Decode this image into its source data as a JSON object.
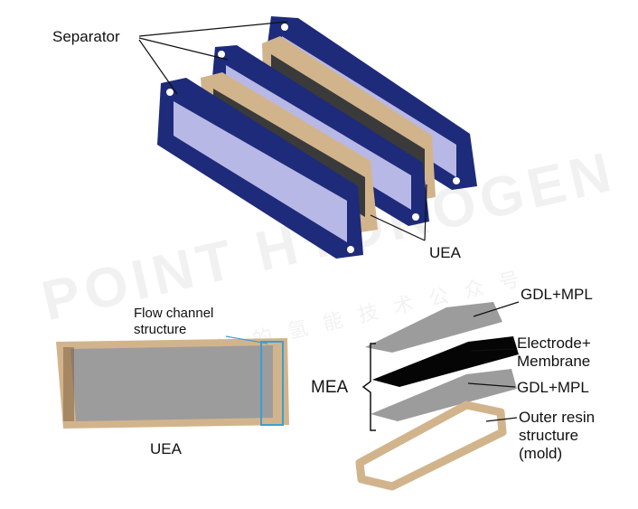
{
  "labels": {
    "separator": "Separator",
    "uea_top": "UEA",
    "flow_channel_1": "Flow channel",
    "flow_channel_2": "structure",
    "uea_bottom": "UEA",
    "mea": "MEA",
    "gdl_mpl_top": "GDL+MPL",
    "electrode_1": "Electrode+",
    "electrode_2": "Membrane",
    "gdl_mpl_bottom": "GDL+MPL",
    "outer_resin_1": "Outer resin",
    "outer_resin_2": "structure",
    "outer_resin_3": "(mold)"
  },
  "watermark": {
    "brand": "POINT HYDROGEN",
    "chinese": "扫描关注的氢能技术公众号"
  },
  "colors": {
    "separator_frame": "#1e2a7a",
    "membrane_panel": "#b8b8e6",
    "dark_panel": "#3a3a3a",
    "resin": "#d2b48c",
    "gdl": "#9c9c9c",
    "electrode": "#050505",
    "callout_line": "#111111",
    "flow_highlight": "#3aa0d0"
  }
}
